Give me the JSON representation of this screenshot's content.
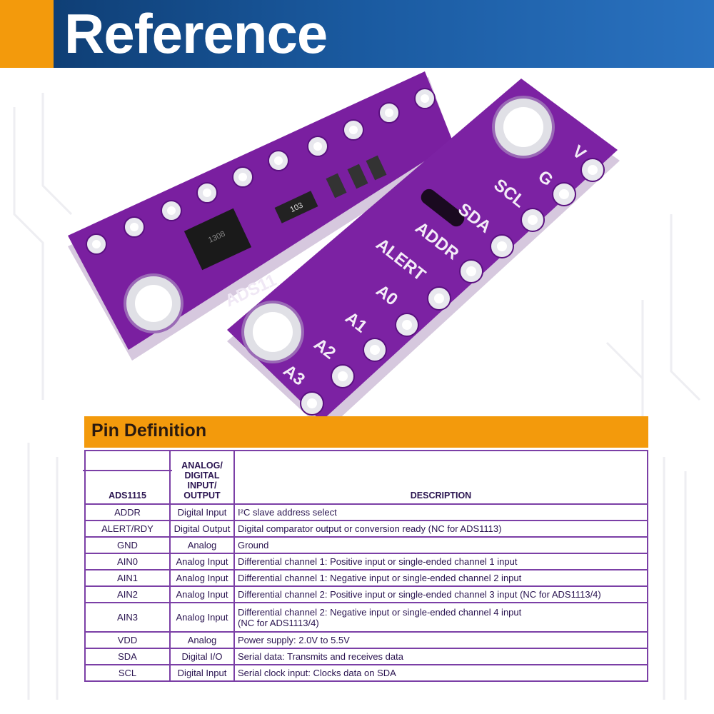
{
  "banner": {
    "title": "Reference"
  },
  "board": {
    "front_labels": [
      "V",
      "G",
      "SCL",
      "SDA",
      "ADDR",
      "ALERT",
      "A0",
      "A1",
      "A2",
      "A3"
    ],
    "back_label": "ADS11",
    "chip_marking": "1308",
    "resistor_marking": "103",
    "colors": {
      "pcb": "#7a1fa0",
      "pcb_edge": "#c9b3d6",
      "pad": "#e8e8ee"
    }
  },
  "pin_definition": {
    "title": "Pin Definition",
    "headers": [
      "ADS1115",
      "ANALOG/ DIGITAL INPUT/ OUTPUT",
      "DESCRIPTION"
    ],
    "rows": [
      {
        "pin": "ADDR",
        "type": "Digital Input",
        "desc": "I²C slave address select"
      },
      {
        "pin": "ALERT/RDY",
        "type": "Digital Output",
        "desc": "Digital comparator output or conversion ready (NC for ADS1113)"
      },
      {
        "pin": "GND",
        "type": "Analog",
        "desc": "Ground"
      },
      {
        "pin": "AIN0",
        "type": "Analog Input",
        "desc": "Differential channel 1: Positive input or single-ended channel 1 input"
      },
      {
        "pin": "AIN1",
        "type": "Analog Input",
        "desc": "Differential channel 1: Negative input or single-ended channel 2 input"
      },
      {
        "pin": "AIN2",
        "type": "Analog Input",
        "desc": "Differential channel 2: Positive input or single-ended channel 3 input (NC for ADS1113/4)"
      },
      {
        "pin": "AIN3",
        "type": "Analog Input",
        "desc": "Differential channel 2: Negative input or single-ended channel 4 input",
        "desc2": "(NC for ADS1113/4)"
      },
      {
        "pin": "VDD",
        "type": "Analog",
        "desc": "Power supply: 2.0V to 5.5V"
      },
      {
        "pin": "SDA",
        "type": "Digital I/O",
        "desc": "Serial data: Transmits and receives data"
      },
      {
        "pin": "SCL",
        "type": "Digital Input",
        "desc": "Serial clock input: Clocks data on SDA"
      }
    ]
  }
}
